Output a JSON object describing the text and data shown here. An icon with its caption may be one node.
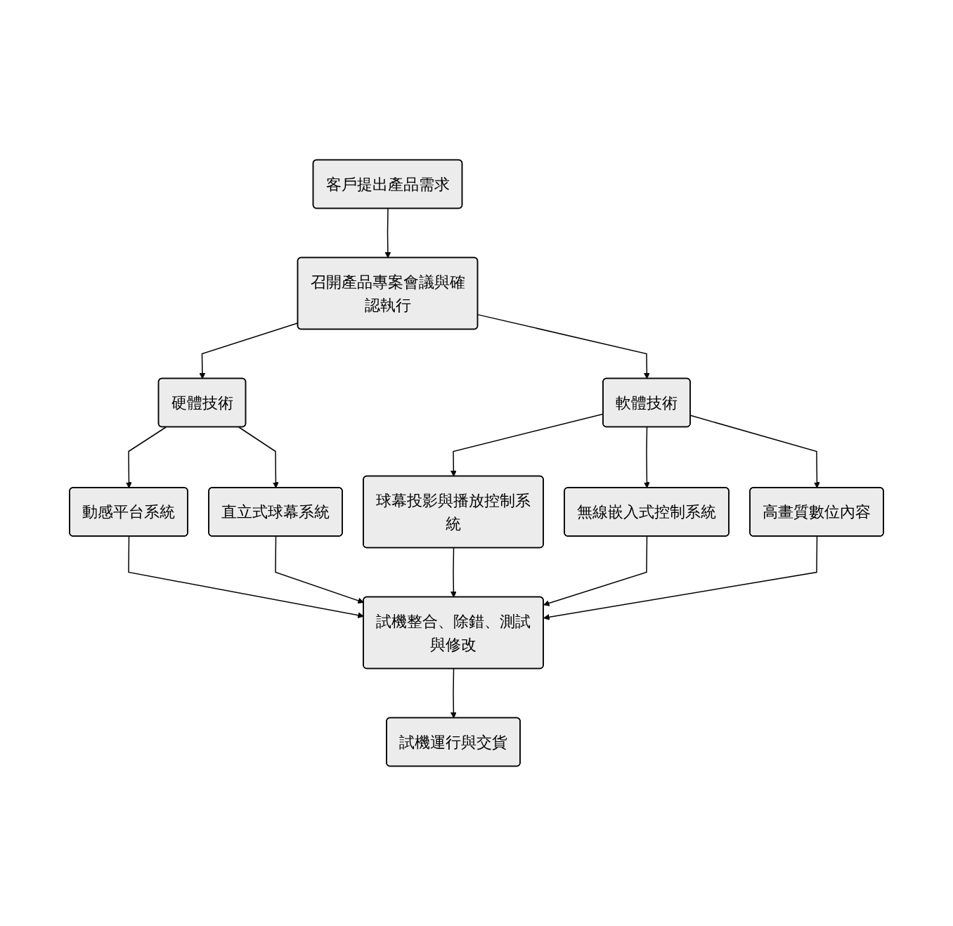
{
  "diagram": {
    "nodes": [
      {
        "text": [
          "客戶提出產品需求"
        ]
      },
      {
        "text": [
          "召開產品專案會議與確認執行"
        ]
      },
      {
        "text": [
          "硬體技術"
        ]
      },
      {
        "text": [
          "軟體技術"
        ]
      },
      {
        "text": [
          "動感平台系統"
        ]
      },
      {
        "text": [
          "直立式球幕系統"
        ]
      },
      {
        "text": [
          "球幕投影與播放控制系統"
        ]
      },
      {
        "text": [
          "無線嵌入式控制系統"
        ]
      },
      {
        "text": [
          "高畫質數位內容"
        ]
      },
      {
        "text": [
          "試機整合、除錯、測試與修改"
        ]
      },
      {
        "text": [
          "試機運行與交貨"
        ]
      }
    ],
    "edges": [
      {
        "from": 0,
        "to": 1,
        "arrow": "to"
      },
      {
        "from": 1,
        "to": 2,
        "arrow": "to"
      },
      {
        "from": 1,
        "to": 3,
        "arrow": "to"
      },
      {
        "from": 2,
        "to": 4,
        "arrow": "to"
      },
      {
        "from": 2,
        "to": 5,
        "arrow": "to"
      },
      {
        "from": 3,
        "to": 6,
        "arrow": "to"
      },
      {
        "from": 3,
        "to": 7,
        "arrow": "to"
      },
      {
        "from": 3,
        "to": 8,
        "arrow": "to"
      },
      {
        "from": 4,
        "to": 9,
        "arrow": "to"
      },
      {
        "from": 5,
        "to": 9,
        "arrow": "to"
      },
      {
        "from": 6,
        "to": 9,
        "arrow": "to"
      },
      {
        "from": 7,
        "to": 9,
        "arrow": "to"
      },
      {
        "from": 8,
        "to": 9,
        "arrow": "to"
      },
      {
        "from": 9,
        "to": 10,
        "arrow": "to"
      }
    ]
  }
}
